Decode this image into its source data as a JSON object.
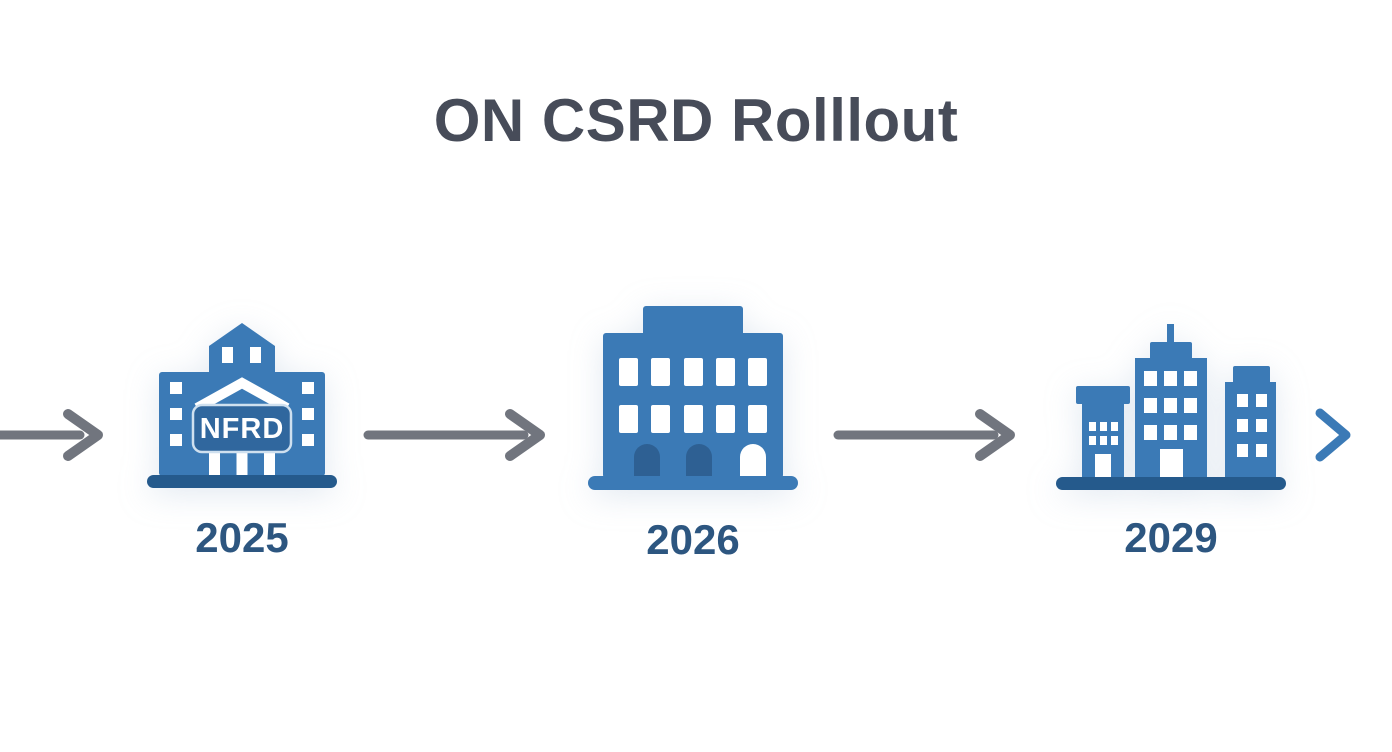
{
  "title": "ON CSRD Rolllout",
  "colors": {
    "background": "#ffffff",
    "title_text": "#474c59",
    "building_blue": "#3b7ab6",
    "building_dark_accent": "#2e6093",
    "base_bar_dark": "#255a8c",
    "plaque_fill": "#30679e",
    "window_white": "#ffffff",
    "arrow_gray": "#71757e",
    "chevron_blue": "#3b7ab6",
    "year_text": "#2d5680"
  },
  "timeline": {
    "milestones": [
      {
        "year": "2025",
        "icon": "nfrd-institution-building-icon",
        "plaque": "NFRD"
      },
      {
        "year": "2026",
        "icon": "office-building-icon"
      },
      {
        "year": "2029",
        "icon": "city-skyline-icon"
      }
    ],
    "connectors": [
      {
        "type": "incoming-arrow"
      },
      {
        "type": "arrow"
      },
      {
        "type": "arrow"
      },
      {
        "type": "continuation-chevron"
      }
    ]
  }
}
